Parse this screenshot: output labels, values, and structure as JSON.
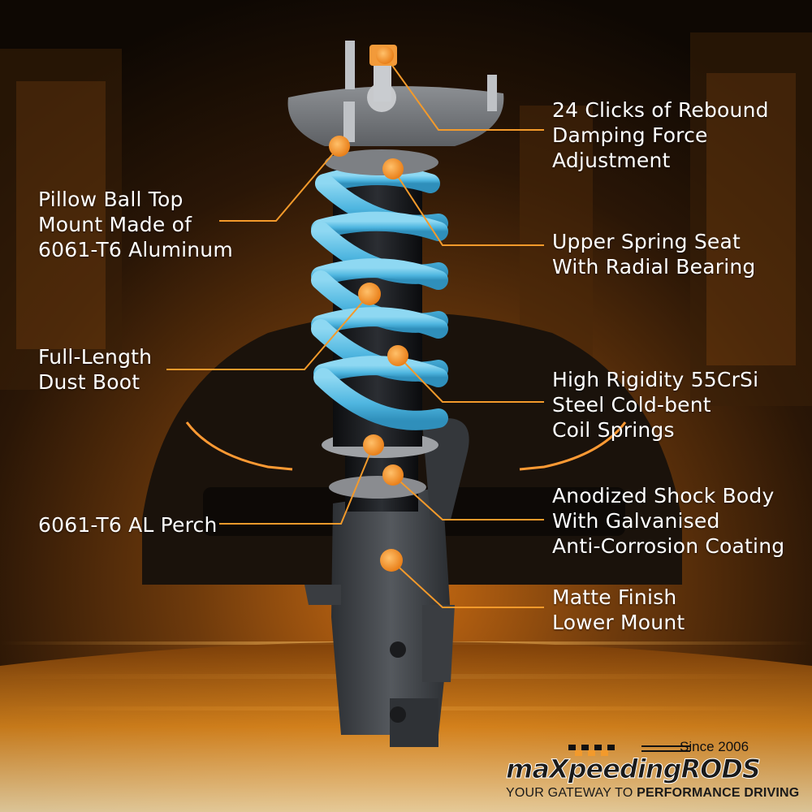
{
  "callouts": [
    {
      "id": "rebound",
      "lines": [
        "24 Clicks of Rebound",
        "Damping Force",
        "Adjustment"
      ]
    },
    {
      "id": "pillow-ball",
      "lines": [
        "Pillow Ball Top",
        "Mount Made of",
        "6061-T6 Aluminum"
      ]
    },
    {
      "id": "upper-seat",
      "lines": [
        "Upper Spring Seat",
        "With Radial Bearing"
      ]
    },
    {
      "id": "dust-boot",
      "lines": [
        "Full-Length",
        "Dust Boot"
      ]
    },
    {
      "id": "springs",
      "lines": [
        "High Rigidity 55CrSi",
        "Steel Cold-bent",
        "Coil Springs"
      ]
    },
    {
      "id": "perch",
      "lines": [
        "6061-T6 AL Perch"
      ]
    },
    {
      "id": "shock-body",
      "lines": [
        "Anodized Shock Body",
        "With Galvanised",
        "Anti-Corrosion Coating"
      ]
    },
    {
      "id": "lower-mount",
      "lines": [
        "Matte Finish",
        "Lower Mount"
      ]
    }
  ],
  "brand": {
    "since": "Since 2006",
    "name": "maXpeedingRODS",
    "tagline_prefix": "YOUR GATEWAY TO ",
    "tagline_bold": "PERFORMANCE DRIVING"
  },
  "colors": {
    "accent": "#f39a2b",
    "spring": "#63c3e6",
    "text": "#ffffff"
  }
}
